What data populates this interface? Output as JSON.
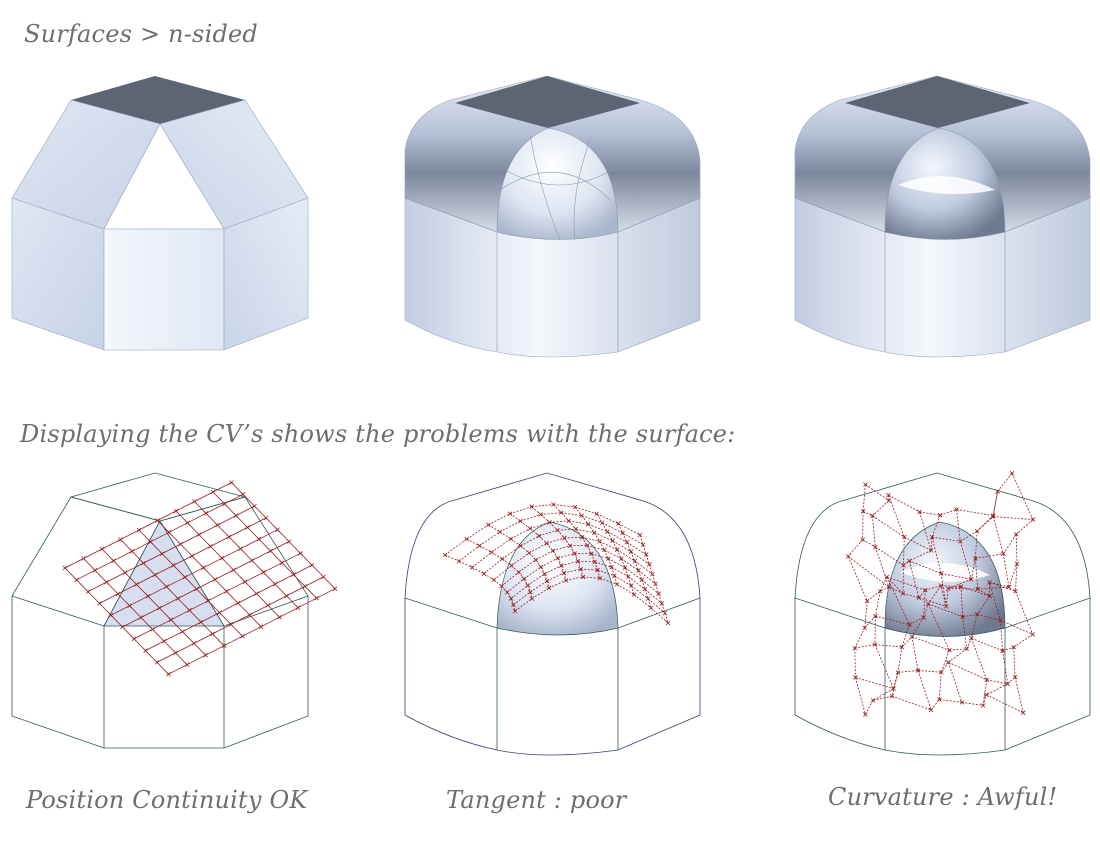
{
  "title": "Surfaces > n-sided",
  "subtitle": "Displaying the CV’s shows the problems with the surface:",
  "captions": [
    "Position Continuity OK",
    "Tangent : poor",
    "Curvature : Awful!"
  ],
  "colors": {
    "face_light": "#e4ebf6",
    "face_mid": "#c9d3e6",
    "face_dark": "#5d6474",
    "edge_line": "#2f5a5a",
    "cv_red": "#9a1e1e"
  }
}
